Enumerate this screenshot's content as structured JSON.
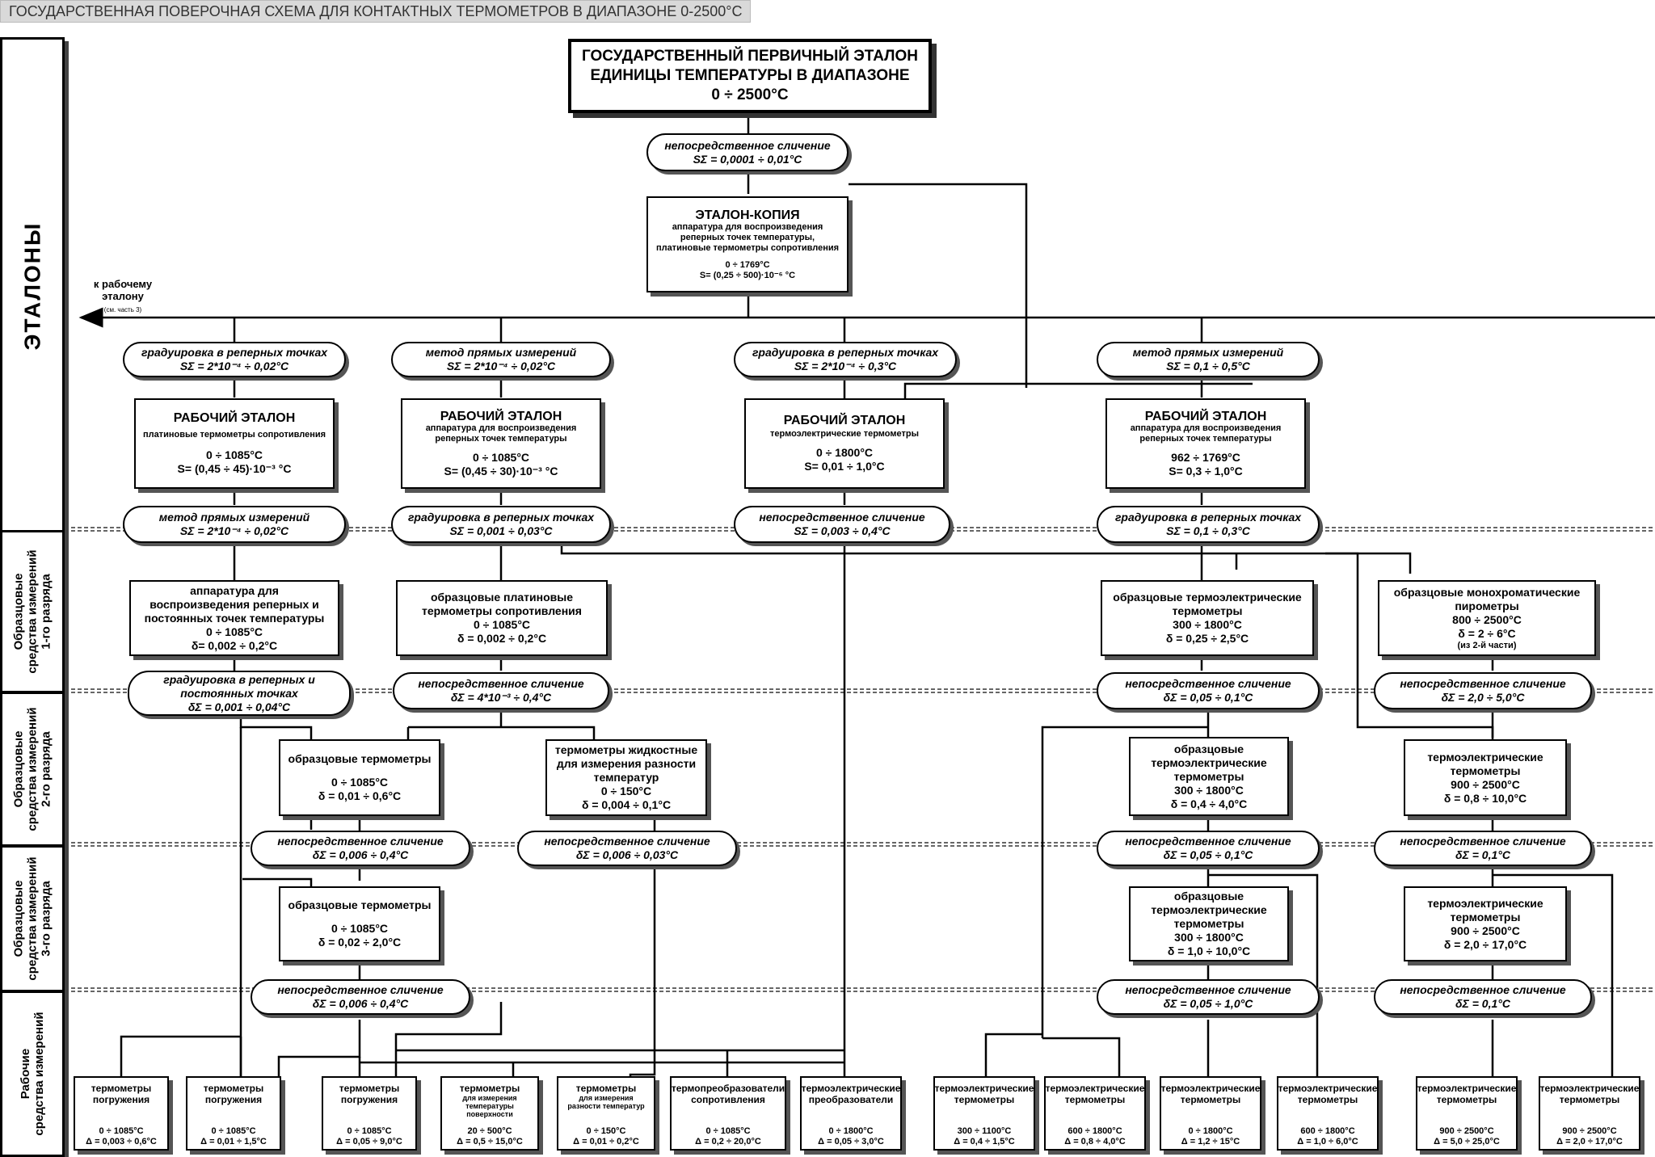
{
  "title": "ГОСУДАРСТВЕННАЯ ПОВЕРОЧНАЯ СХЕМА ДЛЯ КОНТАКТНЫХ ТЕРМОМЕТРОВ В ДИАПАЗОНЕ 0-2500°С",
  "bands": {
    "etalony": "ЭТАЛОНЫ",
    "r1": "Образцовые\nсредства измерений\n1-го разряда",
    "r2": "Образцовые\nсредства измерений\n2-го разряда",
    "r3": "Образцовые\nсредства измерений\n3-го разряда",
    "rab": "Рабочие\nсредства измерений"
  },
  "primary": {
    "l1": "ГОСУДАРСТВЕННЫЙ ПЕРВИЧНЫЙ ЭТАЛОН",
    "l2": "ЕДИНИЦЫ ТЕМПЕРАТУРЫ В ДИАПАЗОНЕ",
    "l3": "0 ÷ 2500°С"
  },
  "copy": {
    "title": "ЭТАЛОН-КОПИЯ",
    "d1": "аппаратура для воспроизведения",
    "d2": "реперных точек температуры,",
    "d3": "платиновые термометры сопротивления",
    "r": "0 ÷ 1769°С",
    "s": "S= (0,25 ÷ 500)·10⁻⁶ °С"
  },
  "side_note": {
    "l1": "к рабочему",
    "l2": "эталону",
    "l3": "(см. часть 3)"
  },
  "pills": {
    "p0": {
      "a": "непосредственное сличение",
      "b": "SΣ = 0,0001 ÷ 0,01°С"
    },
    "p1": {
      "a": "градуировка в реперных точках",
      "b": "SΣ = 2*10⁻⁴ ÷ 0,02°С"
    },
    "p2": {
      "a": "метод прямых измерений",
      "b": "SΣ = 2*10⁻⁴ ÷ 0,02°С"
    },
    "p3": {
      "a": "градуировка в реперных точках",
      "b": "SΣ = 2*10⁻⁴ ÷ 0,3°С"
    },
    "p4": {
      "a": "метод прямых измерений",
      "b": "SΣ = 0,1 ÷ 0,5°С"
    },
    "q1": {
      "a": "метод прямых измерений",
      "b": "SΣ = 2*10⁻⁴ ÷ 0,02°С"
    },
    "q2": {
      "a": "градуировка в реперных точках",
      "b": "SΣ = 0,001 ÷ 0,03°С"
    },
    "q3": {
      "a": "непосредственное сличение",
      "b": "SΣ = 0,003 ÷ 0,4°С"
    },
    "q4": {
      "a": "градуировка в реперных точках",
      "b": "SΣ = 0,1 ÷ 0,3°С"
    },
    "r1": {
      "a": "градуировка в реперных и",
      "b": "постоянных точках",
      "c": "δΣ = 0,001 ÷ 0,04°С"
    },
    "r2": {
      "a": "непосредственное сличение",
      "b": "δΣ = 4*10⁻³ ÷ 0,4°С"
    },
    "r3": {
      "a": "непосредственное сличение",
      "b": "δΣ = 0,05 ÷ 0,1°С"
    },
    "r4": {
      "a": "непосредственное сличение",
      "b": "δΣ = 2,0 ÷ 5,0°С"
    },
    "s1": {
      "a": "непосредственное сличение",
      "b": "δΣ = 0,006 ÷ 0,4°С"
    },
    "s2": {
      "a": "непосредственное сличение",
      "b": "δΣ = 0,006 ÷ 0,03°С"
    },
    "s3": {
      "a": "непосредственное сличение",
      "b": "δΣ = 0,05 ÷ 0,1°С"
    },
    "s4": {
      "a": "непосредственное сличение",
      "b": "δΣ = 0,1°С"
    },
    "t1": {
      "a": "непосредственное сличение",
      "b": "δΣ = 0,006 ÷ 0,4°С"
    },
    "t3": {
      "a": "непосредственное сличение",
      "b": "δΣ = 0,05 ÷ 1,0°С"
    },
    "t4": {
      "a": "непосредственное сличение",
      "b": "δΣ = 0,1°С"
    }
  },
  "etalons": {
    "e1": {
      "t": "РАБОЧИЙ ЭТАЛОН",
      "d": "платиновые термометры сопротивления",
      "r": "0 ÷ 1085°С",
      "s": "S= (0,45 ÷ 45)·10⁻³ °С"
    },
    "e2": {
      "t": "РАБОЧИЙ ЭТАЛОН",
      "d1": "аппаратура для воспроизведения",
      "d2": "реперных точек температуры",
      "r": "0 ÷ 1085°С",
      "s": "S= (0,45 ÷ 30)·10⁻³ °С"
    },
    "e3": {
      "t": "РАБОЧИЙ ЭТАЛОН",
      "d": "термоэлектрические термометры",
      "r": "0 ÷ 1800°С",
      "s": "S= 0,01 ÷ 1,0°С"
    },
    "e4": {
      "t": "РАБОЧИЙ ЭТАЛОН",
      "d1": "аппаратура для воспроизведения",
      "d2": "реперных точек температуры",
      "r": "962 ÷ 1769°С",
      "s": "S= 0,3 ÷ 1,0°С"
    }
  },
  "rank1": {
    "a1": {
      "l1": "аппаратура для",
      "l2": "воспроизведения реперных и",
      "l3": "постоянных точек температуры",
      "r": "0 ÷ 1085°С",
      "d": "δ= 0,002 ÷ 0,2°С"
    },
    "a2": {
      "l1": "образцовые платиновые",
      "l2": "термометры сопротивления",
      "r": "0 ÷ 1085°С",
      "d": "δ = 0,002 ÷ 0,2°С"
    },
    "a3": {
      "l1": "образцовые термоэлектрические",
      "l2": "термометры",
      "r": "300 ÷ 1800°С",
      "d": "δ = 0,25 ÷ 2,5°С"
    },
    "a4": {
      "l1": "образцовые монохроматические",
      "l2": "пирометры",
      "r": "800 ÷ 2500°С",
      "d": "δ = 2 ÷ 6°С",
      "n": "(из 2-й части)"
    }
  },
  "rank2": {
    "b1": {
      "l1": "образцовые термометры",
      "r": "0 ÷ 1085°С",
      "d": "δ = 0,01 ÷ 0,6°С"
    },
    "b2": {
      "l1": "термометры жидкостные",
      "l2": "для измерения разности",
      "l3": "температур",
      "r": "0 ÷ 150°С",
      "d": "δ = 0,004 ÷ 0,1°С"
    },
    "b3": {
      "l1": "образцовые",
      "l2": "термоэлектрические",
      "l3": "термометры",
      "r": "300 ÷ 1800°С",
      "d": "δ = 0,4 ÷ 4,0°С"
    },
    "b4": {
      "l1": "термоэлектрические",
      "l2": "термометры",
      "r": "900 ÷ 2500°С",
      "d": "δ = 0,8 ÷ 10,0°С"
    }
  },
  "rank3": {
    "c1": {
      "l1": "образцовые термометры",
      "r": "0 ÷ 1085°С",
      "d": "δ = 0,02 ÷ 2,0°С"
    },
    "c3": {
      "l1": "образцовые",
      "l2": "термоэлектрические",
      "l3": "термометры",
      "r": "300 ÷ 1800°С",
      "d": "δ = 1,0 ÷ 10,0°С"
    },
    "c4": {
      "l1": "термоэлектрические",
      "l2": "термометры",
      "r": "900 ÷ 2500°С",
      "d": "δ = 2,0 ÷ 17,0°С"
    }
  },
  "working": [
    {
      "l1": "термометры",
      "l2": "погружения",
      "r": "0 ÷ 1085°С",
      "d": "Δ = 0,003 ÷ 0,6°С"
    },
    {
      "l1": "термометры",
      "l2": "погружения",
      "r": "0 ÷ 1085°С",
      "d": "Δ = 0,01 ÷ 1,5°С"
    },
    {
      "l1": "термометры",
      "l2": "погружения",
      "r": "0 ÷ 1085°С",
      "d": "Δ = 0,05 ÷ 9,0°С"
    },
    {
      "l1": "термометры",
      "s1": "для измерения",
      "s2": "температуры",
      "s3": "поверхности",
      "r": "20 ÷ 500°С",
      "d": "Δ = 0,5 ÷ 15,0°С"
    },
    {
      "l1": "термометры",
      "s1": "для измерения",
      "s2": "разности температур",
      "r": "0 ÷ 150°С",
      "d": "Δ = 0,01 ÷ 0,2°С"
    },
    {
      "l1": "термопреобразователи",
      "l2": "сопротивления",
      "r": "0 ÷ 1085°С",
      "d": "Δ = 0,2 ÷ 20,0°С"
    },
    {
      "l1": "термоэлектрические",
      "l2": "преобразователи",
      "r": "0 ÷ 1800°С",
      "d": "Δ = 0,05 ÷ 3,0°С"
    },
    {
      "l1": "термоэлектрические",
      "l2": "термометры",
      "r": "300 ÷ 1100°С",
      "d": "Δ = 0,4 ÷ 1,5°С"
    },
    {
      "l1": "термоэлектрические",
      "l2": "термометры",
      "r": "600 ÷ 1800°С",
      "d": "Δ = 0,8 ÷ 4,0°С"
    },
    {
      "l1": "термоэлектрические",
      "l2": "термометры",
      "r": "0 ÷ 1800°С",
      "d": "Δ = 1,2 ÷ 15°С"
    },
    {
      "l1": "термоэлектрические",
      "l2": "термометры",
      "r": "600 ÷ 1800°С",
      "d": "Δ = 1,0 ÷ 6,0°С"
    },
    {
      "l1": "термоэлектрические",
      "l2": "термометры",
      "r": "900 ÷ 2500°С",
      "d": "Δ = 5,0 ÷ 25,0°С"
    },
    {
      "l1": "термоэлектрические",
      "l2": "термометры",
      "r": "900 ÷ 2500°С",
      "d": "Δ = 2,0 ÷ 17,0°С"
    }
  ]
}
